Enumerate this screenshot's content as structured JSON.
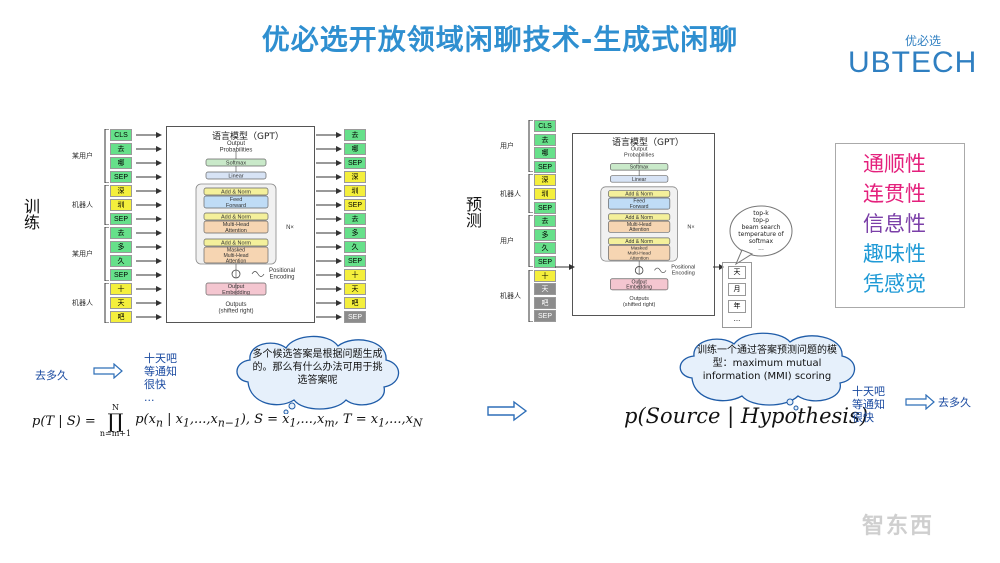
{
  "title": "优必选开放领域闲聊技术-生成式闲聊",
  "logo": {
    "cn": "优必选",
    "en": "UBTECH"
  },
  "left": {
    "side_label": "训练",
    "input_tokens": [
      "CLS",
      "去",
      "哪",
      "SEP",
      "深",
      "圳",
      "SEP",
      "去",
      "多",
      "久",
      "SEP",
      "十",
      "天",
      "吧"
    ],
    "output_tokens": [
      "去",
      "哪",
      "SEP",
      "深",
      "圳",
      "SEP",
      "去",
      "多",
      "久",
      "SEP",
      "十",
      "天",
      "吧",
      "SEP"
    ],
    "groups": [
      "某用户",
      "机器人",
      "某用户",
      "机器人"
    ],
    "query": "去多久",
    "answers": [
      "十天吧",
      "等通知",
      "很快",
      "..."
    ],
    "cloud": "多个候选答案是根据问题生成的。那么有什么办法可用于挑选答案呢"
  },
  "right": {
    "side_label": "预测",
    "input_tokens": [
      "CLS",
      "去",
      "哪",
      "SEP",
      "深",
      "圳",
      "SEP",
      "去",
      "多",
      "久",
      "SEP",
      "十",
      "天",
      "吧",
      "SEP"
    ],
    "groups": [
      "用户",
      "机器人",
      "用户",
      "机器人"
    ],
    "candidates": [
      "天",
      "月",
      "年",
      "..."
    ],
    "decode_bubble": [
      "top-k",
      "top-p",
      "beam search",
      "temperature of",
      "softmax",
      "..."
    ],
    "cloud": "训练一个通过答案预测问题的模型：maximum mutual information (MMI) scoring",
    "formula": "p(Source | Hypothesis)",
    "answers": [
      "十天吧",
      "等通知",
      "很快"
    ],
    "query": "去多久"
  },
  "gpt": {
    "title": "语言模型（GPT）",
    "output_probs": "Output\nProbabilities",
    "softmax": "Softmax",
    "linear": "Linear",
    "add_norm": "Add & Norm",
    "feed_forward": "Feed\nForward",
    "multi_head": "Multi-Head\nAttention",
    "masked": "Masked\nMulti-Head\nAttention",
    "nx": "N×",
    "pos_enc": "Positional\nEncoding",
    "out_emb": "Output\nEmbedding",
    "outputs": "Outputs\n(shifted right)"
  },
  "formula_left": "p(T | S) = ∏ p(xₙ | x₁,...,xₙ₋₁), S = x₁,...,xₘ, T = x₁,...,x_N",
  "formula_left_prod": {
    "top": "N",
    "bottom": "n=m+1"
  },
  "qualities": [
    {
      "label": "通顺性",
      "color": "#e4207c"
    },
    {
      "label": "连贯性",
      "color": "#e4207c"
    },
    {
      "label": "信息性",
      "color": "#7b3fa8"
    },
    {
      "label": "趣味性",
      "color": "#1f9ad6"
    },
    {
      "label": "凭感觉",
      "color": "#1f9ad6"
    }
  ],
  "watermark": "智东西"
}
